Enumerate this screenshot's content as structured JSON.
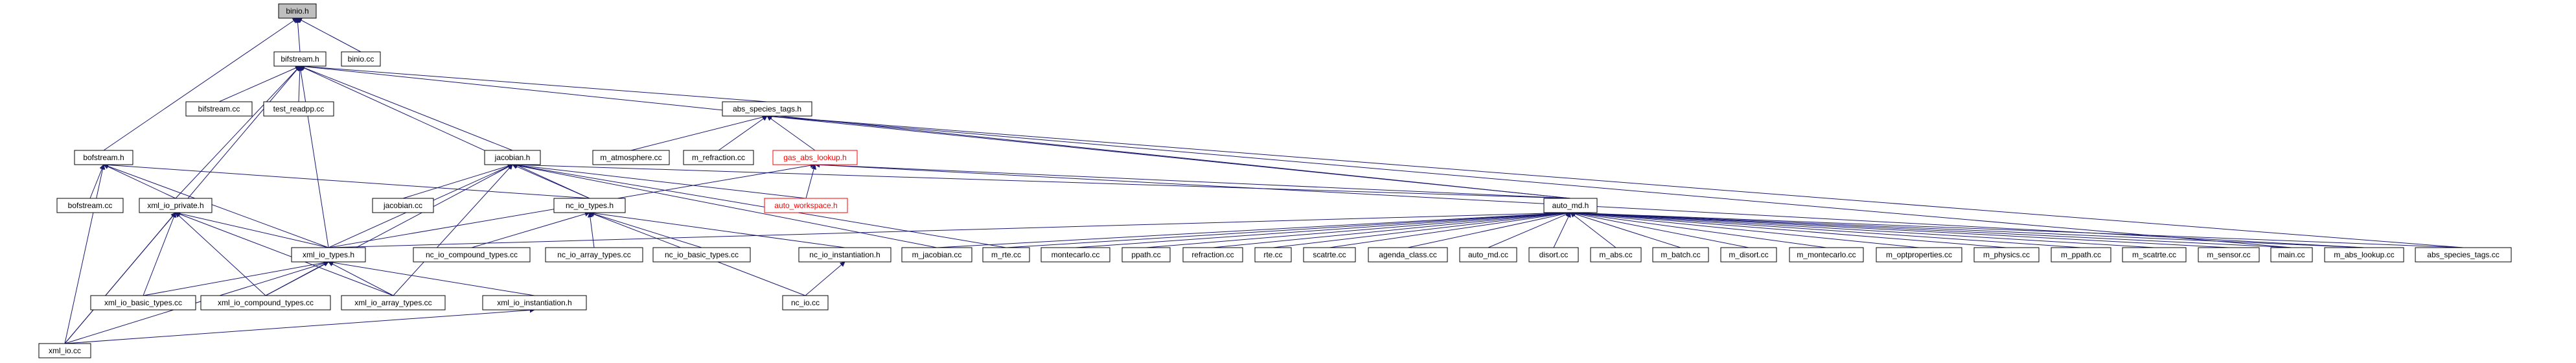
{
  "graph_title": "binio.h",
  "colors": {
    "edge": "#191970",
    "root_fill": "#bfbfbf",
    "border": "#000000",
    "red_border": "#ff0000"
  },
  "nodes": [
    {
      "id": "binio_h",
      "label": "binio.h",
      "style": "root"
    },
    {
      "id": "bifstream_h",
      "label": "bifstream.h"
    },
    {
      "id": "binio_cc",
      "label": "binio.cc"
    },
    {
      "id": "bifstream_cc",
      "label": "bifstream.cc"
    },
    {
      "id": "test_readpp_cc",
      "label": "test_readpp.cc"
    },
    {
      "id": "abs_species_tags_h",
      "label": "abs_species_tags.h"
    },
    {
      "id": "bofstream_h",
      "label": "bofstream.h"
    },
    {
      "id": "jacobian_h",
      "label": "jacobian.h"
    },
    {
      "id": "m_atmosphere_cc",
      "label": "m_atmosphere.cc"
    },
    {
      "id": "m_refraction_cc",
      "label": "m_refraction.cc"
    },
    {
      "id": "gas_abs_lookup_h",
      "label": "gas_abs_lookup.h",
      "style": "red"
    },
    {
      "id": "bofstream_cc",
      "label": "bofstream.cc"
    },
    {
      "id": "xml_io_private_h",
      "label": "xml_io_private.h"
    },
    {
      "id": "jacobian_cc",
      "label": "jacobian.cc"
    },
    {
      "id": "nc_io_types_h",
      "label": "nc_io_types.h"
    },
    {
      "id": "auto_workspace_h",
      "label": "auto_workspace.h",
      "style": "red"
    },
    {
      "id": "auto_md_h",
      "label": "auto_md.h"
    },
    {
      "id": "xml_io_types_h",
      "label": "xml_io_types.h"
    },
    {
      "id": "nc_io_compound_types_cc",
      "label": "nc_io_compound_types.cc"
    },
    {
      "id": "nc_io_array_types_cc",
      "label": "nc_io_array_types.cc"
    },
    {
      "id": "nc_io_basic_types_cc",
      "label": "nc_io_basic_types.cc"
    },
    {
      "id": "nc_io_instantiation_h",
      "label": "nc_io_instantiation.h"
    },
    {
      "id": "m_jacobian_cc",
      "label": "m_jacobian.cc"
    },
    {
      "id": "m_rte_cc",
      "label": "m_rte.cc"
    },
    {
      "id": "montecarlo_cc",
      "label": "montecarlo.cc"
    },
    {
      "id": "ppath_cc",
      "label": "ppath.cc"
    },
    {
      "id": "refraction_cc",
      "label": "refraction.cc"
    },
    {
      "id": "rte_cc",
      "label": "rte.cc"
    },
    {
      "id": "scatrte_cc",
      "label": "scatrte.cc"
    },
    {
      "id": "agenda_class_cc",
      "label": "agenda_class.cc"
    },
    {
      "id": "auto_md_cc",
      "label": "auto_md.cc"
    },
    {
      "id": "disort_cc",
      "label": "disort.cc"
    },
    {
      "id": "m_abs_cc",
      "label": "m_abs.cc"
    },
    {
      "id": "m_batch_cc",
      "label": "m_batch.cc"
    },
    {
      "id": "m_disort_cc",
      "label": "m_disort.cc"
    },
    {
      "id": "m_montecarlo_cc",
      "label": "m_montecarlo.cc"
    },
    {
      "id": "m_optproperties_cc",
      "label": "m_optproperties.cc"
    },
    {
      "id": "m_physics_cc",
      "label": "m_physics.cc"
    },
    {
      "id": "m_ppath_cc",
      "label": "m_ppath.cc"
    },
    {
      "id": "m_scatrte_cc",
      "label": "m_scatrte.cc"
    },
    {
      "id": "m_sensor_cc",
      "label": "m_sensor.cc"
    },
    {
      "id": "main_cc",
      "label": "main.cc"
    },
    {
      "id": "m_abs_lookup_cc",
      "label": "m_abs_lookup.cc"
    },
    {
      "id": "abs_species_tags_cc",
      "label": "abs_species_tags.cc"
    },
    {
      "id": "xml_io_basic_types_cc",
      "label": "xml_io_basic_types.cc"
    },
    {
      "id": "xml_io_compound_types_cc",
      "label": "xml_io_compound_types.cc"
    },
    {
      "id": "xml_io_array_types_cc",
      "label": "xml_io_array_types.cc"
    },
    {
      "id": "xml_io_instantiation_h",
      "label": "xml_io_instantiation.h"
    },
    {
      "id": "nc_io_cc",
      "label": "nc_io.cc"
    },
    {
      "id": "xml_io_cc",
      "label": "xml_io.cc"
    }
  ],
  "edges": [
    [
      "binio_h",
      "bifstream_h"
    ],
    [
      "binio_h",
      "binio_cc"
    ],
    [
      "binio_h",
      "bofstream_h"
    ],
    [
      "bifstream_h",
      "bifstream_cc"
    ],
    [
      "bifstream_h",
      "test_readpp_cc"
    ],
    [
      "bifstream_h",
      "abs_species_tags_h"
    ],
    [
      "bifstream_h",
      "jacobian_h"
    ],
    [
      "bifstream_h",
      "xml_io_private_h"
    ],
    [
      "bifstream_h",
      "xml_io_types_h"
    ],
    [
      "bifstream_h",
      "nc_io_types_h"
    ],
    [
      "bifstream_h",
      "auto_md_h"
    ],
    [
      "bifstream_h",
      "xml_io_cc"
    ],
    [
      "bofstream_h",
      "bofstream_cc"
    ],
    [
      "bofstream_h",
      "xml_io_private_h"
    ],
    [
      "bofstream_h",
      "xml_io_types_h"
    ],
    [
      "bofstream_h",
      "nc_io_types_h"
    ],
    [
      "bofstream_h",
      "xml_io_cc"
    ],
    [
      "abs_species_tags_h",
      "m_atmosphere_cc"
    ],
    [
      "abs_species_tags_h",
      "m_refraction_cc"
    ],
    [
      "abs_species_tags_h",
      "gas_abs_lookup_h"
    ],
    [
      "abs_species_tags_h",
      "auto_md_h"
    ],
    [
      "abs_species_tags_h",
      "main_cc"
    ],
    [
      "abs_species_tags_h",
      "abs_species_tags_cc"
    ],
    [
      "jacobian_h",
      "jacobian_cc"
    ],
    [
      "jacobian_h",
      "nc_io_types_h"
    ],
    [
      "jacobian_h",
      "auto_workspace_h"
    ],
    [
      "jacobian_h",
      "auto_md_h"
    ],
    [
      "jacobian_h",
      "xml_io_types_h"
    ],
    [
      "jacobian_h",
      "m_jacobian_cc"
    ],
    [
      "jacobian_h",
      "m_rte_cc"
    ],
    [
      "jacobian_h",
      "xml_io_compound_types_cc"
    ],
    [
      "jacobian_h",
      "xml_io_array_types_cc"
    ],
    [
      "gas_abs_lookup_h",
      "auto_workspace_h"
    ],
    [
      "gas_abs_lookup_h",
      "auto_md_h"
    ],
    [
      "gas_abs_lookup_h",
      "xml_io_types_h"
    ],
    [
      "gas_abs_lookup_h",
      "m_abs_lookup_cc"
    ],
    [
      "xml_io_private_h",
      "xml_io_types_h"
    ],
    [
      "xml_io_private_h",
      "xml_io_basic_types_cc"
    ],
    [
      "xml_io_private_h",
      "xml_io_compound_types_cc"
    ],
    [
      "xml_io_private_h",
      "xml_io_array_types_cc"
    ],
    [
      "xml_io_private_h",
      "xml_io_cc"
    ],
    [
      "nc_io_types_h",
      "nc_io_compound_types_cc"
    ],
    [
      "nc_io_types_h",
      "nc_io_array_types_cc"
    ],
    [
      "nc_io_types_h",
      "nc_io_basic_types_cc"
    ],
    [
      "nc_io_types_h",
      "nc_io_instantiation_h"
    ],
    [
      "nc_io_types_h",
      "nc_io_cc"
    ],
    [
      "auto_md_h",
      "m_jacobian_cc"
    ],
    [
      "auto_md_h",
      "m_rte_cc"
    ],
    [
      "auto_md_h",
      "montecarlo_cc"
    ],
    [
      "auto_md_h",
      "ppath_cc"
    ],
    [
      "auto_md_h",
      "refraction_cc"
    ],
    [
      "auto_md_h",
      "rte_cc"
    ],
    [
      "auto_md_h",
      "scatrte_cc"
    ],
    [
      "auto_md_h",
      "agenda_class_cc"
    ],
    [
      "auto_md_h",
      "auto_md_cc"
    ],
    [
      "auto_md_h",
      "disort_cc"
    ],
    [
      "auto_md_h",
      "m_abs_cc"
    ],
    [
      "auto_md_h",
      "m_batch_cc"
    ],
    [
      "auto_md_h",
      "m_disort_cc"
    ],
    [
      "auto_md_h",
      "m_montecarlo_cc"
    ],
    [
      "auto_md_h",
      "m_optproperties_cc"
    ],
    [
      "auto_md_h",
      "m_physics_cc"
    ],
    [
      "auto_md_h",
      "m_ppath_cc"
    ],
    [
      "auto_md_h",
      "m_scatrte_cc"
    ],
    [
      "auto_md_h",
      "m_sensor_cc"
    ],
    [
      "auto_md_h",
      "main_cc"
    ],
    [
      "auto_md_h",
      "m_abs_lookup_cc"
    ],
    [
      "auto_md_h",
      "abs_species_tags_cc"
    ],
    [
      "auto_md_h",
      "xml_io_types_h"
    ],
    [
      "xml_io_types_h",
      "xml_io_basic_types_cc"
    ],
    [
      "xml_io_types_h",
      "xml_io_compound_types_cc"
    ],
    [
      "xml_io_types_h",
      "xml_io_array_types_cc"
    ],
    [
      "xml_io_types_h",
      "xml_io_instantiation_h"
    ],
    [
      "xml_io_types_h",
      "xml_io_cc"
    ],
    [
      "nc_io_instantiation_h",
      "nc_io_cc"
    ],
    [
      "xml_io_instantiation_h",
      "xml_io_cc"
    ]
  ]
}
